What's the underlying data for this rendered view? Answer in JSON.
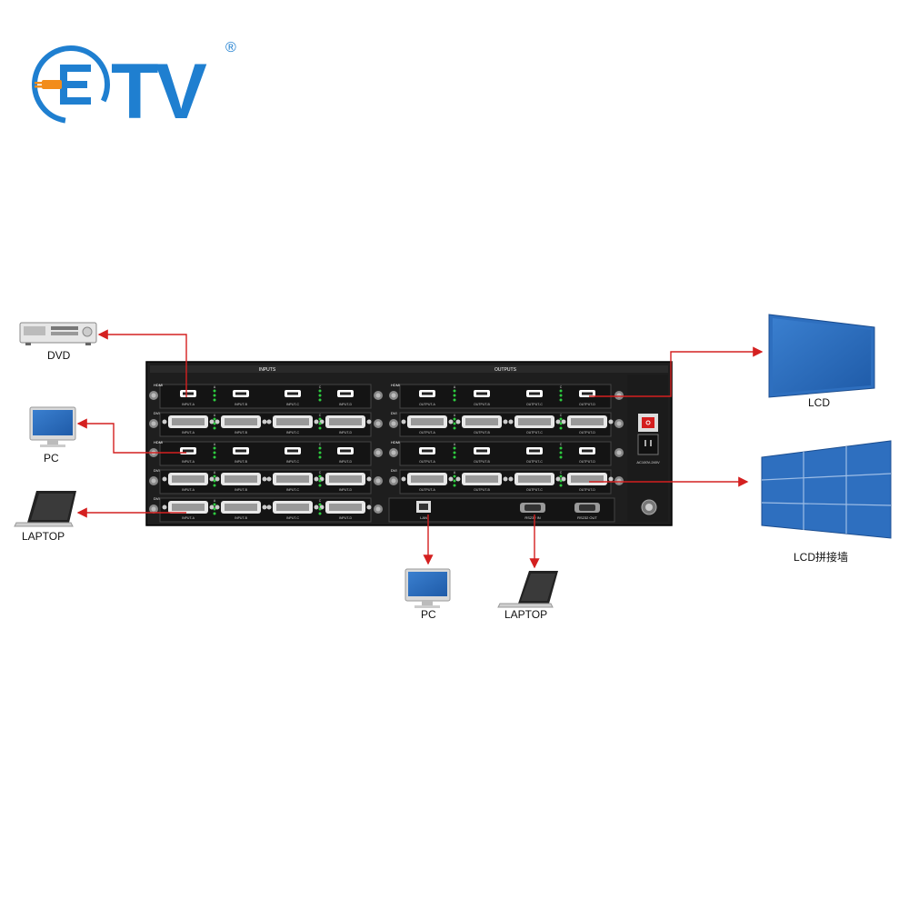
{
  "logo": {
    "text": "TV",
    "registered": "®"
  },
  "panel": {
    "inputs_header": "INPUTS",
    "outputs_header": "OUTPUTS",
    "card_labels": [
      "HDMI",
      "DVI",
      "HDMI",
      "DVI",
      "DVI"
    ],
    "output_card_labels": [
      "HDMI",
      "DVI",
      "HDMI",
      "DVI"
    ],
    "input_ports": [
      "INPUT-A",
      "INPUT-B",
      "INPUT-C",
      "INPUT-D"
    ],
    "output_ports": [
      "OUTPUT-A",
      "OUTPUT-B",
      "OUTPUT-C",
      "OUTPUT-D"
    ],
    "led_letters": [
      "A",
      "B",
      "C",
      "D"
    ],
    "lan": "LAN",
    "rs232_in": "RS232 IN",
    "rs232_out": "RS232 OUT",
    "power_rating": "AC100V-240V"
  },
  "devices": {
    "dvd": "DVD",
    "pc_left": "PC",
    "laptop_left": "LAPTOP",
    "pc_bottom": "PC",
    "laptop_bottom": "LAPTOP",
    "lcd": "LCD",
    "lcd_wall": "LCD拼接墙"
  },
  "colors": {
    "logo_blue": "#1f7fd0",
    "logo_orange": "#f28c1a",
    "arrow_red": "#d42020",
    "screen_blue": "#2e6fbf"
  }
}
